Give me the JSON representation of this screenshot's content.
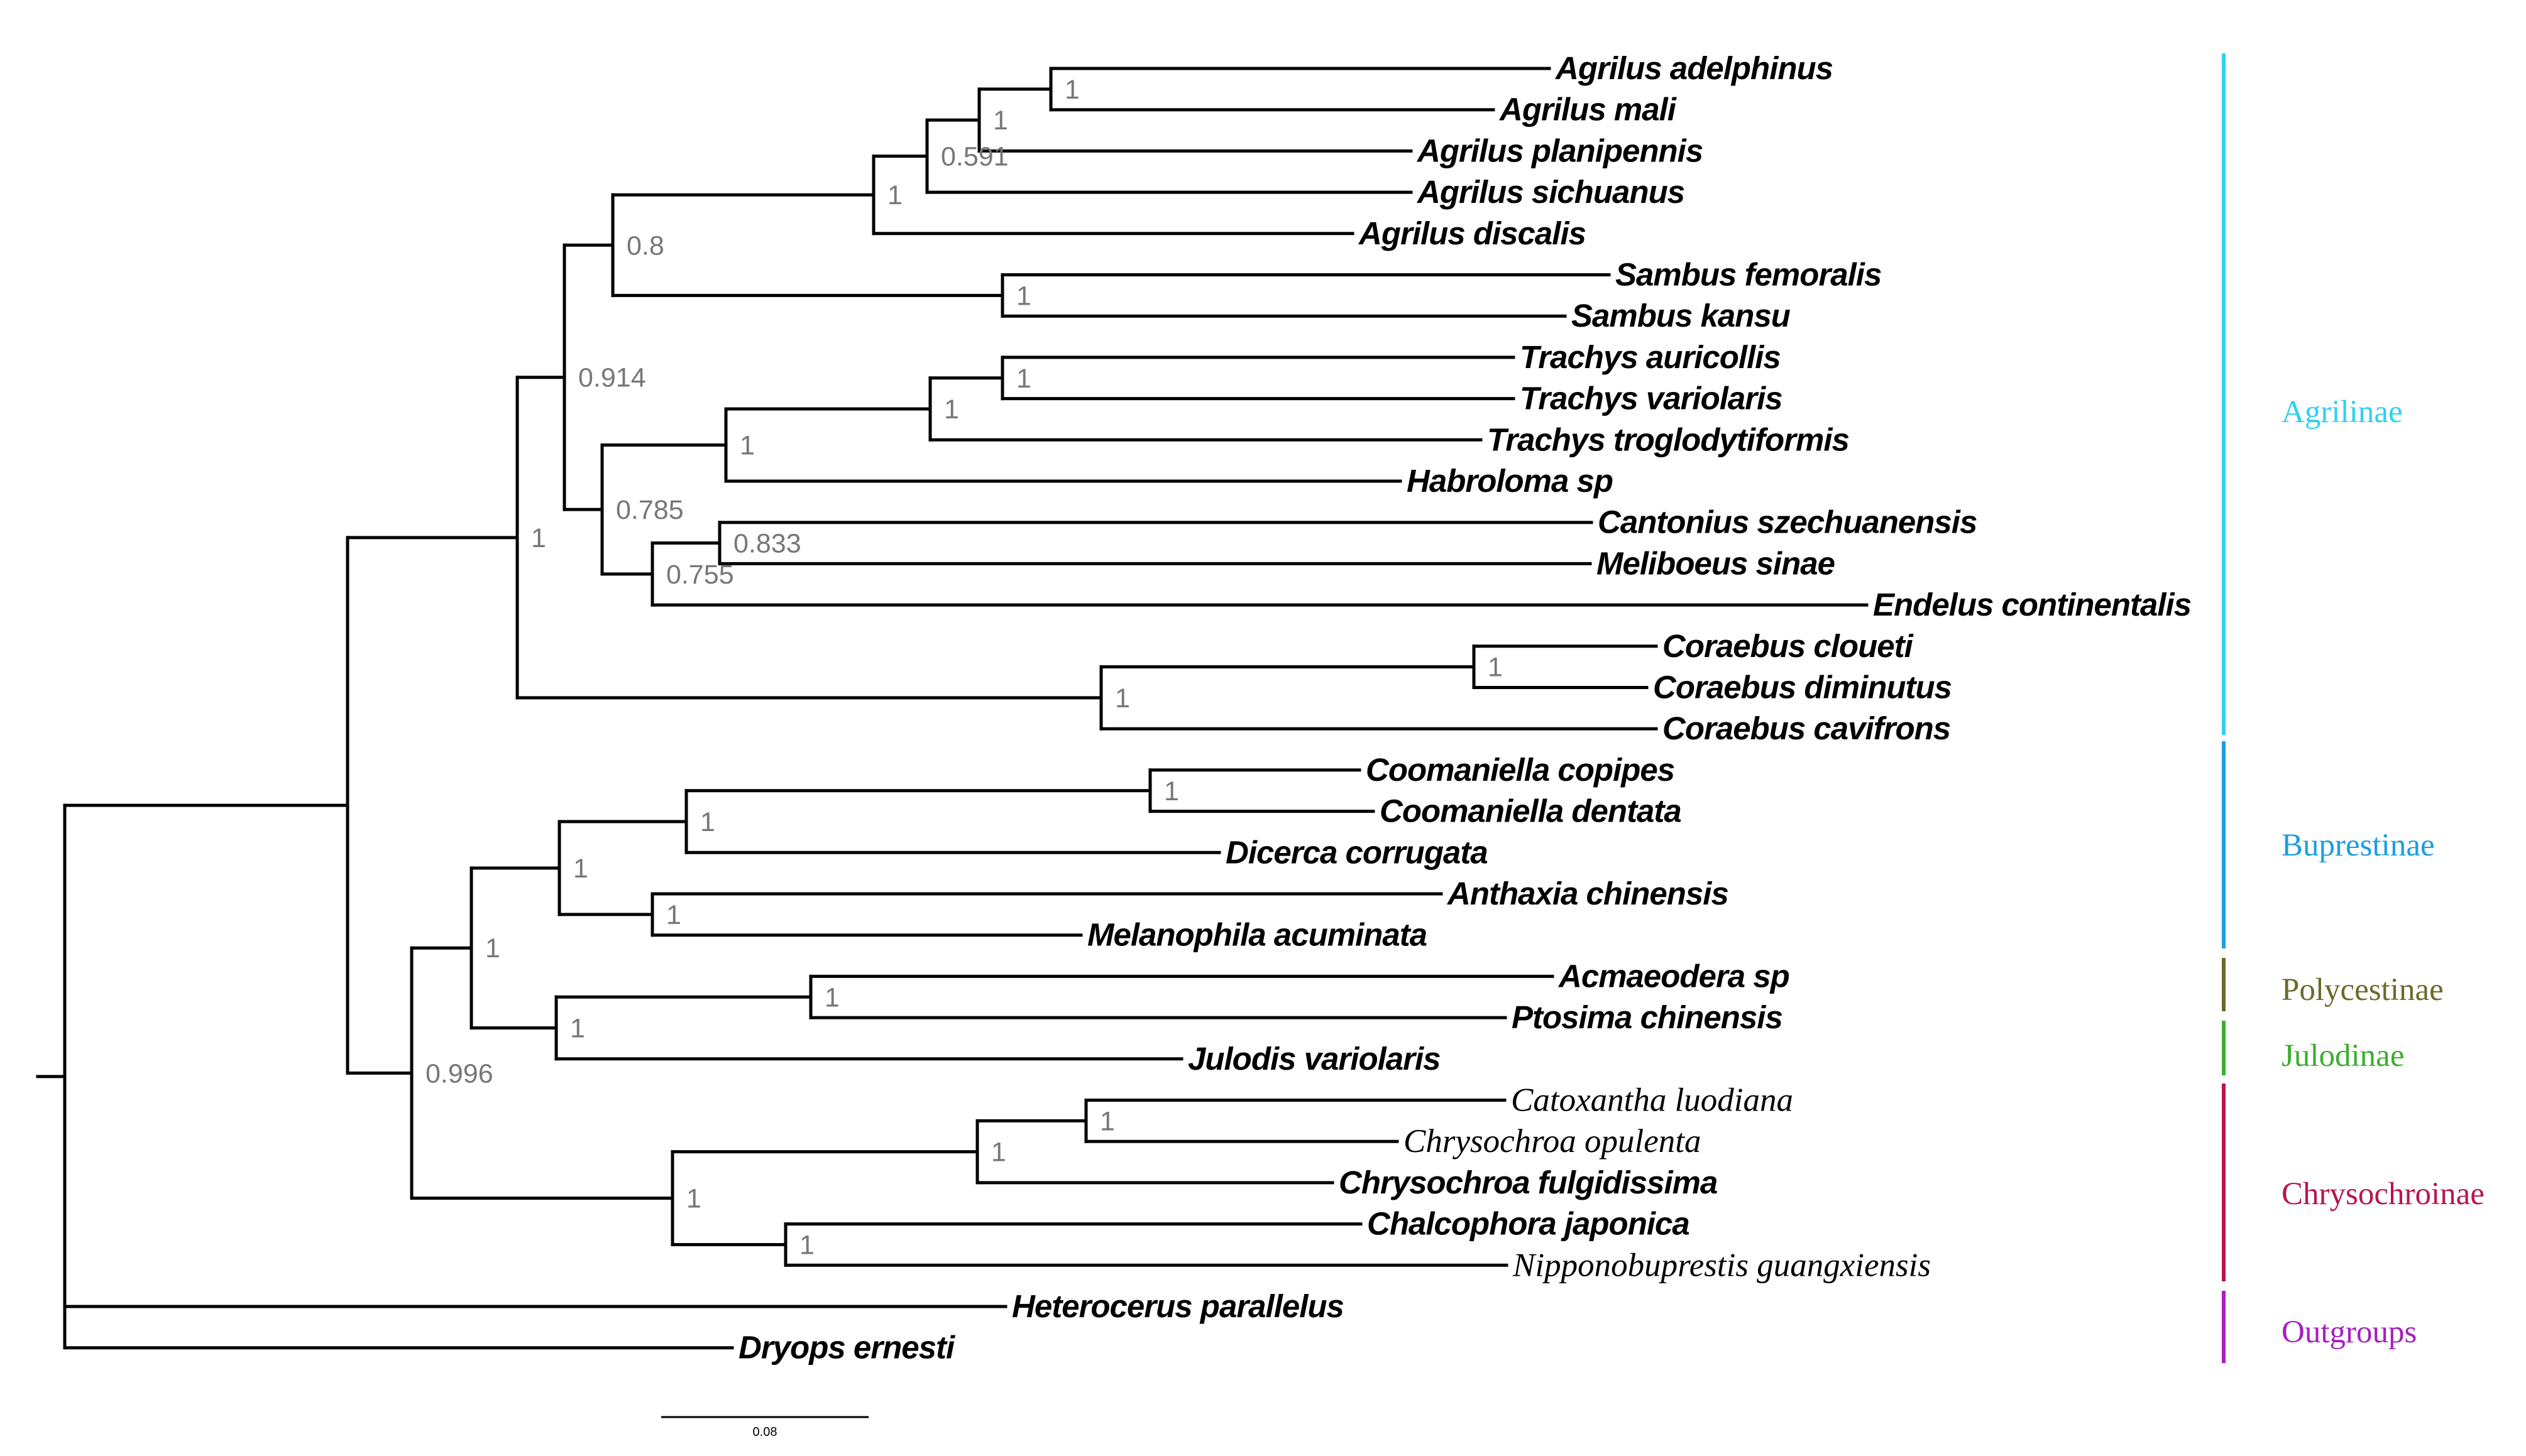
{
  "tree": {
    "taxa": [
      {
        "key": "adelphinus",
        "label": "Agrilus adelphinus",
        "color": "#000000"
      },
      {
        "key": "mali",
        "label": "Agrilus mali",
        "color": "#000000"
      },
      {
        "key": "planipennis",
        "label": "Agrilus planipennis",
        "color": "#000000"
      },
      {
        "key": "sichuanus",
        "label": "Agrilus sichuanus",
        "color": "#000000"
      },
      {
        "key": "discalis",
        "label": "Agrilus discalis",
        "color": "#000000"
      },
      {
        "key": "femoralis",
        "label": "Sambus femoralis",
        "color": "#000000"
      },
      {
        "key": "kansu",
        "label": "Sambus kansu",
        "color": "#000000"
      },
      {
        "key": "auricollis",
        "label": "Trachys auricollis",
        "color": "#000000"
      },
      {
        "key": "variolaris_t",
        "label": "Trachys variolaris",
        "color": "#000000"
      },
      {
        "key": "troglodytiformis",
        "label": "Trachys troglodytiformis",
        "color": "#000000"
      },
      {
        "key": "habroloma",
        "label": "Habroloma sp",
        "color": "#000000"
      },
      {
        "key": "cantonius",
        "label": "Cantonius szechuanensis",
        "color": "#000000"
      },
      {
        "key": "meliboeus",
        "label": "Meliboeus sinae",
        "color": "#000000"
      },
      {
        "key": "endelus",
        "label": "Endelus continentalis",
        "color": "#000000"
      },
      {
        "key": "cloueti",
        "label": "Coraebus cloueti",
        "color": "#000000"
      },
      {
        "key": "diminutus",
        "label": "Coraebus diminutus",
        "color": "#000000"
      },
      {
        "key": "cavifrons",
        "label": "Coraebus cavifrons",
        "color": "#000000"
      },
      {
        "key": "copipes",
        "label": "Coomaniella copipes",
        "color": "#000000"
      },
      {
        "key": "dentata",
        "label": "Coomaniella dentata",
        "color": "#000000"
      },
      {
        "key": "dicerca",
        "label": "Dicerca corrugata",
        "color": "#000000"
      },
      {
        "key": "anthaxia",
        "label": "Anthaxia chinensis",
        "color": "#000000"
      },
      {
        "key": "melanophila",
        "label": "Melanophila acuminata",
        "color": "#000000"
      },
      {
        "key": "acmaeodera",
        "label": "Acmaeodera sp",
        "color": "#000000"
      },
      {
        "key": "ptosima",
        "label": "Ptosima chinensis",
        "color": "#000000"
      },
      {
        "key": "julodis",
        "label": "Julodis variolaris",
        "color": "#000000"
      },
      {
        "key": "catoxantha",
        "label": "Catoxantha luodiana",
        "color": "#ff0000",
        "style": "serif"
      },
      {
        "key": "opulenta",
        "label": "Chrysochroa opulenta",
        "color": "#ff0000",
        "style": "serif"
      },
      {
        "key": "fulgidissima",
        "label": "Chrysochroa fulgidissima",
        "color": "#000000"
      },
      {
        "key": "chalcophora",
        "label": "Chalcophora japonica",
        "color": "#000000"
      },
      {
        "key": "nipponobuprestis",
        "label": "Nipponobuprestis guangxiensis",
        "color": "#ff0000",
        "style": "serif"
      },
      {
        "key": "heterocerus",
        "label": "Heterocerus parallelus",
        "color": "#000000"
      },
      {
        "key": "dryops",
        "label": "Dryops ernesti",
        "color": "#000000"
      }
    ],
    "support_values": [
      "1",
      "1",
      "0.591",
      "1",
      "0.8",
      "1",
      "1",
      "1",
      "1",
      "0.914",
      "0.785",
      "0.833",
      "0.755",
      "1",
      "1",
      "1",
      "1",
      "1",
      "1",
      "1",
      "1",
      "1",
      "1",
      "0.996",
      "1",
      "1",
      "1",
      "1"
    ]
  },
  "clades": [
    {
      "name": "Agrilinae",
      "color": "#2ed1f2"
    },
    {
      "name": "Buprestinae",
      "color": "#1b9ee0"
    },
    {
      "name": "Polycestinae",
      "color": "#6b6b2a"
    },
    {
      "name": "Julodinae",
      "color": "#3cae2f"
    },
    {
      "name": "Chrysochroinae",
      "color": "#b8154f"
    },
    {
      "name": "Outgroups",
      "color": "#a61fbf"
    }
  ],
  "scale_bar": {
    "label": "0.08",
    "value": 0.08
  }
}
